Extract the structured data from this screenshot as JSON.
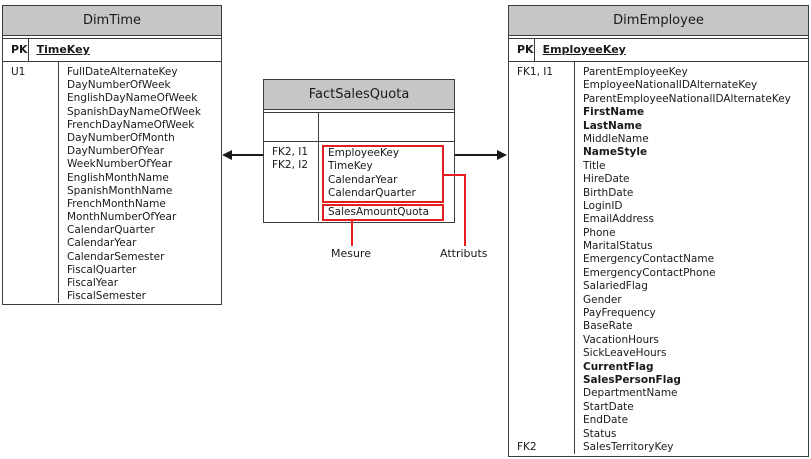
{
  "colors": {
    "header_gray": "#c6c6c6",
    "table_border": "#3c3c3c",
    "annotation_red": "#e31e1e",
    "arrow_black": "#1a1a1a"
  },
  "tables": {
    "dim_time": {
      "title": "DimTime",
      "pk": {
        "key": "PK",
        "field": "TimeKey"
      },
      "key_column": [
        {
          "row": 1,
          "text": "U1"
        }
      ],
      "fields": [
        "FullDateAlternateKey",
        "DayNumberOfWeek",
        "EnglishDayNameOfWeek",
        "SpanishDayNameOfWeek",
        "FrenchDayNameOfWeek",
        "DayNumberOfMonth",
        "DayNumberOfYear",
        "WeekNumberOfYear",
        "EnglishMonthName",
        "SpanishMonthName",
        "FrenchMonthName",
        "MonthNumberOfYear",
        "CalendarQuarter",
        "CalendarYear",
        "CalendarSemester",
        "FiscalQuarter",
        "FiscalYear",
        "FiscalSemester"
      ]
    },
    "fact_sales_quota": {
      "title": "FactSalesQuota",
      "key_column": [
        {
          "row": 1,
          "text": "FK2, I1"
        },
        {
          "row": 2,
          "text": "FK2, I2"
        }
      ],
      "attribute_fields": [
        "EmployeeKey",
        "TimeKey",
        "CalendarYear",
        "CalendarQuarter"
      ],
      "measure_fields": [
        "SalesAmountQuota"
      ]
    },
    "dim_employee": {
      "title": "DimEmployee",
      "pk": {
        "key": "PK",
        "field": "EmployeeKey"
      },
      "key_column": [
        {
          "row": 1,
          "text": "FK1, I1"
        },
        {
          "row": 29,
          "text": "FK2"
        }
      ],
      "fields": [
        {
          "name": "ParentEmployeeKey"
        },
        {
          "name": "EmployeeNationalIDAlternateKey"
        },
        {
          "name": "ParentEmployeeNationalIDAlternateKey"
        },
        {
          "name": "FirstName",
          "bold": true
        },
        {
          "name": "LastName",
          "bold": true
        },
        {
          "name": "MiddleName"
        },
        {
          "name": "NameStyle",
          "bold": true
        },
        {
          "name": "Title"
        },
        {
          "name": "HireDate"
        },
        {
          "name": "BirthDate"
        },
        {
          "name": "LoginID"
        },
        {
          "name": "EmailAddress"
        },
        {
          "name": "Phone"
        },
        {
          "name": "MaritalStatus"
        },
        {
          "name": "EmergencyContactName"
        },
        {
          "name": "EmergencyContactPhone"
        },
        {
          "name": "SalariedFlag"
        },
        {
          "name": "Gender"
        },
        {
          "name": "PayFrequency"
        },
        {
          "name": "BaseRate"
        },
        {
          "name": "VacationHours"
        },
        {
          "name": "SickLeaveHours"
        },
        {
          "name": "CurrentFlag",
          "bold": true
        },
        {
          "name": "SalesPersonFlag",
          "bold": true
        },
        {
          "name": "DepartmentName"
        },
        {
          "name": "StartDate"
        },
        {
          "name": "EndDate"
        },
        {
          "name": "Status"
        },
        {
          "name": "SalesTerritoryKey"
        }
      ]
    }
  },
  "annotations": {
    "measure_label": "Mesure",
    "attributes_label": "Attributs"
  }
}
